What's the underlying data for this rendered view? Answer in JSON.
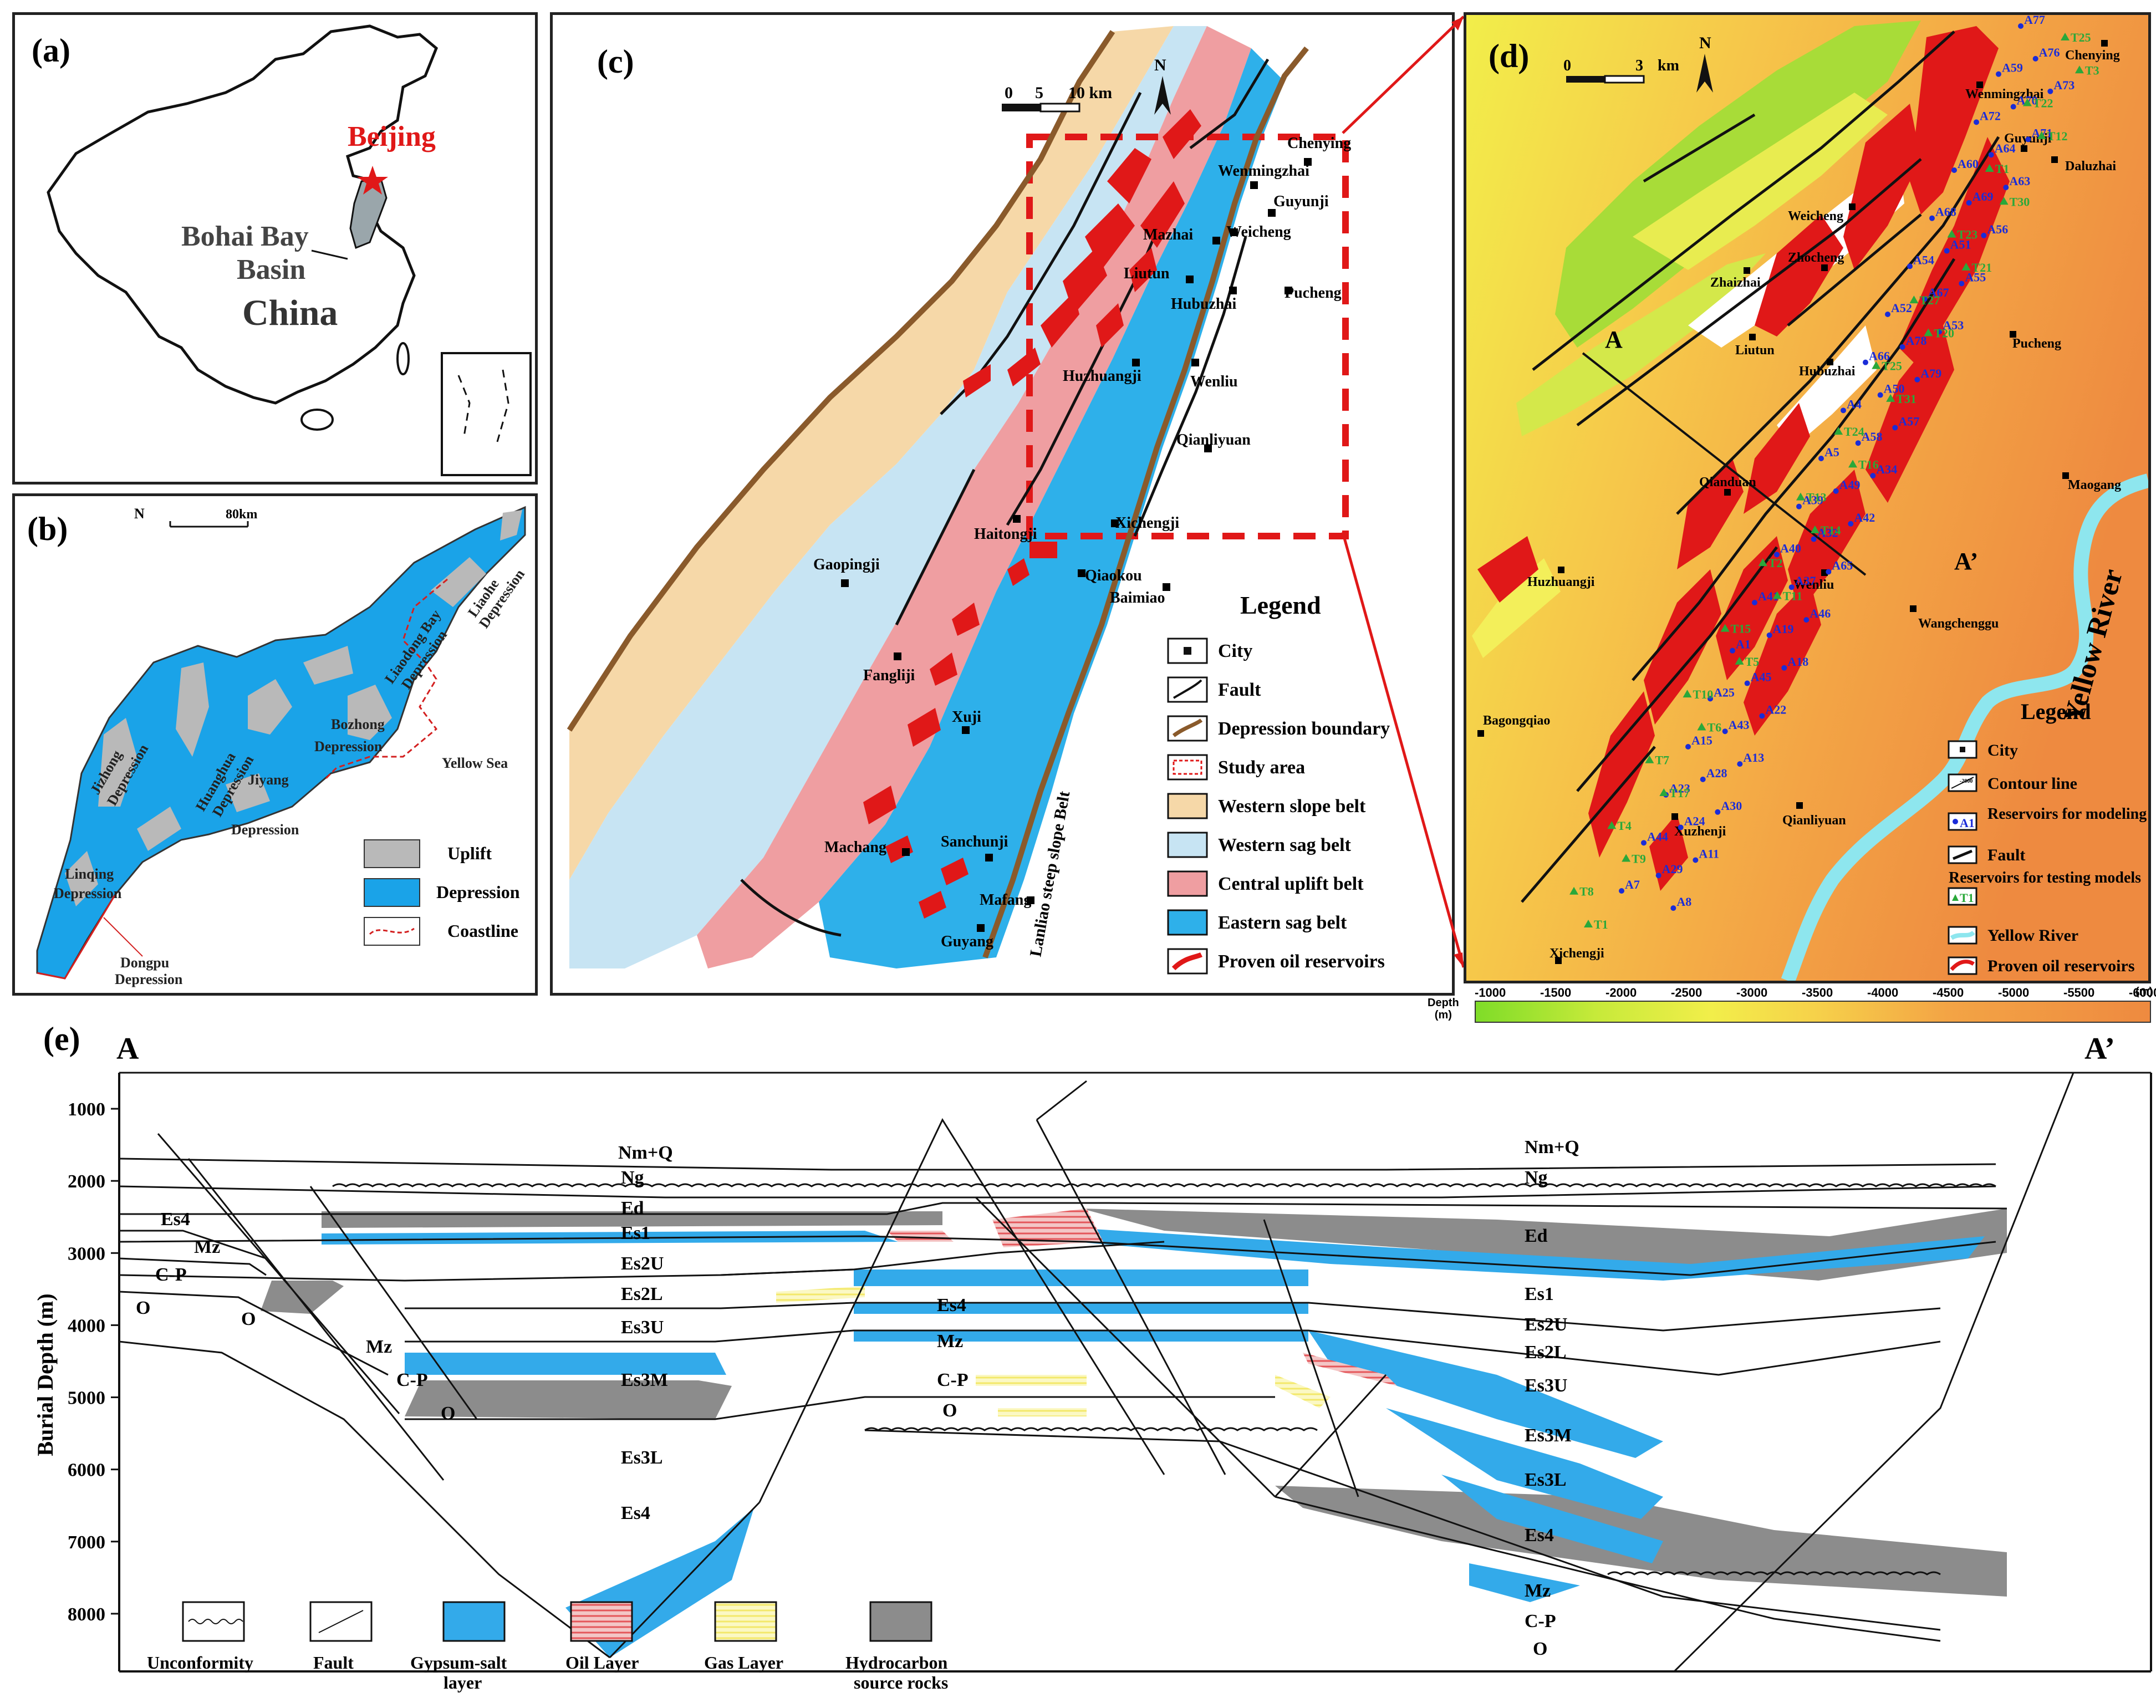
{
  "panels": {
    "a": {
      "label": "(a)",
      "beijing": "Beijing",
      "basin_line1": "Bohai Bay",
      "basin_line2": "Basin",
      "country": "China"
    },
    "b": {
      "label": "(b)",
      "scale": "80km",
      "north": "N",
      "regions": [
        "Liaohe",
        "Depression",
        "Liaodong Bay",
        "Depression",
        "Jizhong",
        "Depression",
        "Huanghua",
        "Depression",
        "Bozhong",
        "Depression",
        "Jiyang",
        "Depression",
        "Linqing",
        "Depression",
        "Dongpu",
        "Depression",
        "Yellow Sea"
      ],
      "legend": [
        "Uplift",
        "Depression",
        "Coastline"
      ],
      "colors": {
        "uplift": "#b9b9b9",
        "depression": "#1aa3e8"
      }
    },
    "c": {
      "label": "(c)",
      "scale_ticks": [
        "0",
        "5",
        "10 km"
      ],
      "north": "N",
      "cities": [
        "Chenying",
        "Wenmingzhai",
        "Guyunji",
        "Mazhai",
        "Weicheng",
        "Liutun",
        "Hubuzhai",
        "Pucheng",
        "Huzhuangji",
        "Wenliu",
        "Qianliyuan",
        "Haitongji",
        "Xichengji",
        "Qiaokou",
        "Baimiao",
        "Gaopingji",
        "Fangliji",
        "Xuji",
        "Machang",
        "Sanchunji",
        "Mafang",
        "Guyang"
      ],
      "belt_label": "Lanliao steep slope Belt",
      "legend_title": "Legend",
      "legend": [
        "City",
        "Fault",
        "Depression boundary",
        "Study area",
        "Western slope belt",
        "Western sag belt",
        "Central uplift belt",
        "Eastern sag belt",
        "Proven oil reservoirs"
      ],
      "colors": {
        "western_slope": "#f6d8a8",
        "western_sag": "#c7e4f3",
        "central_uplift": "#ef9ea1",
        "eastern_sag": "#2eb0ea",
        "oil": "#e01818",
        "boundary": "#8a5a2b"
      }
    },
    "d": {
      "label": "(d)",
      "scale_ticks": [
        "0",
        "3",
        "km"
      ],
      "north": "N",
      "cities": [
        "Chenying",
        "Wenmingzhai",
        "Guyunji",
        "Daluzhai",
        "Weicheng",
        "Zhaizhai",
        "Zhocheng",
        "Liutun",
        "Hubuzhai",
        "Pucheng",
        "Qianduan",
        "Wenliu",
        "Maogang",
        "Huzhuangji",
        "Wangchenggu",
        "Bagongqiao",
        "Xuzhenji",
        "Qianliyuan",
        "Xichengji"
      ],
      "river": "Yellow River",
      "section_ends": [
        "A",
        "A’"
      ],
      "wells_modeling": [
        "A77",
        "A76",
        "A73",
        "A59",
        "A70",
        "A71",
        "A72",
        "A64",
        "A63",
        "A60",
        "A69",
        "A56",
        "A68",
        "A51",
        "A55",
        "A54",
        "A67",
        "A53",
        "A52",
        "A78",
        "A79",
        "A66",
        "A50",
        "A57",
        "A4",
        "A58",
        "A34",
        "A5",
        "A49",
        "A42",
        "A39",
        "A32",
        "A65",
        "A40",
        "A37",
        "A46",
        "A41",
        "A19",
        "A18",
        "A1",
        "A45",
        "A22",
        "A25",
        "A43",
        "A13",
        "A15",
        "A28",
        "A30",
        "A23",
        "A24",
        "A11",
        "A44",
        "A29",
        "A8",
        "A7"
      ],
      "wells_testing": [
        "T25",
        "T3",
        "T22",
        "T12",
        "T1",
        "T30",
        "T23",
        "T21",
        "T27",
        "T20",
        "T25",
        "T31",
        "T24",
        "T16",
        "T13",
        "T14",
        "T2",
        "T11",
        "T15",
        "T5",
        "T10",
        "T6",
        "T7",
        "T17",
        "T4",
        "T9",
        "T8",
        "T1"
      ],
      "legend_title": "Legend",
      "legend": [
        "City",
        "Contour line",
        "Reservoirs for modeling",
        "Fault",
        "Reservoirs for testing models",
        "Yellow River",
        "Proven oil reservoirs"
      ],
      "legend_icon_texts": {
        "contour": "-2000",
        "modeling": "A1",
        "testing": "T1"
      },
      "colorbar": {
        "title_line1": "Depth",
        "title_line2": "(m)",
        "unit": "(m)",
        "ticks": [
          "-1000",
          "-1500",
          "-2000",
          "-2500",
          "-3000",
          "-3500",
          "-4000",
          "-4500",
          "-5000",
          "-5500",
          "-6000"
        ]
      },
      "colors": {
        "oil": "#e01818",
        "river": "#8ee6ee",
        "modeling_well": "#1a2cd8",
        "testing_well": "#2aa83a"
      }
    },
    "e": {
      "label": "(e)",
      "left_end": "A",
      "right_end": "A’",
      "y_axis_label": "Burial Depth (m)",
      "y_ticks": [
        "1000",
        "2000",
        "3000",
        "4000",
        "5000",
        "6000",
        "7000",
        "8000"
      ],
      "y_range": [
        500,
        8800
      ],
      "layers_left": [
        "Es4",
        "Mz",
        "C-P",
        "O",
        "O",
        "Mz",
        "C-P",
        "O"
      ],
      "layers_mid": [
        "Nm+Q",
        "Ng",
        "Ed",
        "Es1",
        "Es2U",
        "Es2L",
        "Es3U",
        "Es3M",
        "Es3L",
        "Es4",
        "Es4",
        "Mz",
        "C-P",
        "O"
      ],
      "layers_right": [
        "Nm+Q",
        "Ng",
        "Ed",
        "Es1",
        "Es2U",
        "Es2L",
        "Es3U",
        "Es3M",
        "Es3L",
        "Es4",
        "Mz",
        "C-P",
        "O"
      ],
      "legend": [
        "Unconformity",
        "Fault",
        "Gypsum-salt",
        "layer",
        "Oil Layer",
        "Gas Layer",
        "Hydrocarbon",
        "source rocks"
      ],
      "colors": {
        "gypsum": "#33aaea",
        "oil": "#e4565a",
        "gas": "#f3ef7a",
        "source": "#8c8c8c"
      }
    }
  }
}
